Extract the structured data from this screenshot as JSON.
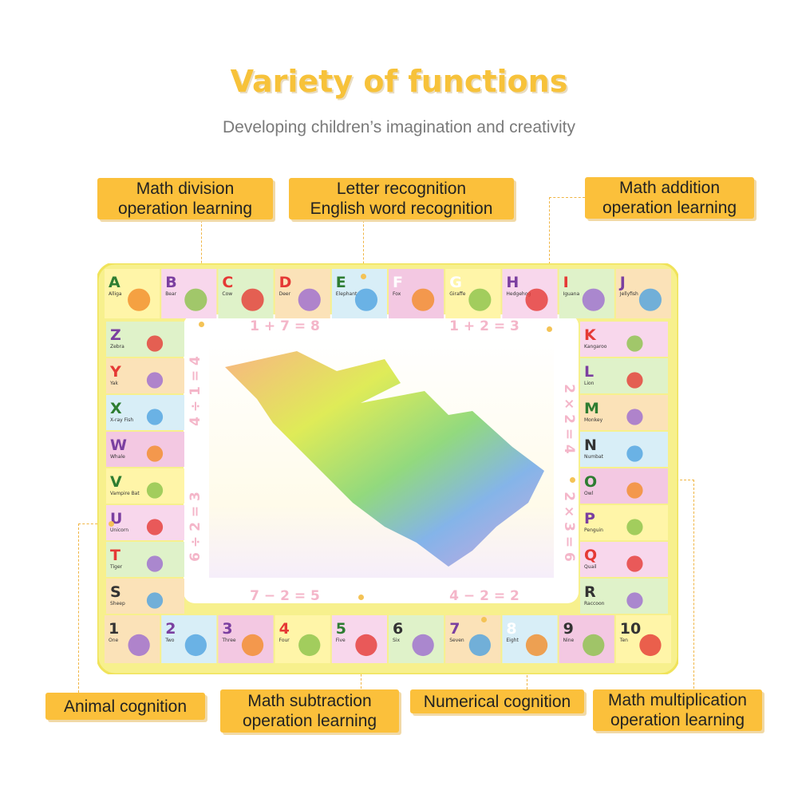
{
  "header": {
    "title": "Variety of functions",
    "subtitle": "Developing children’s imagination and creativity"
  },
  "labels": {
    "division": "Math division\noperation learning",
    "letter": "Letter recognition\nEnglish word recognition",
    "addition": "Math addition\noperation learning",
    "animal": "Animal cognition",
    "subtraction": "Math subtraction\noperation learning",
    "numerical": "Numerical cognition",
    "multiplication": "Math multiplication\noperation learning"
  },
  "mat": {
    "top_row": [
      {
        "letter": "A",
        "word": "Alliga",
        "color": "#2e7d32"
      },
      {
        "letter": "B",
        "word": "Bear",
        "color": "#7b3fa0"
      },
      {
        "letter": "C",
        "word": "Cow",
        "color": "#e53935"
      },
      {
        "letter": "D",
        "word": "Deer",
        "color": "#e53935"
      },
      {
        "letter": "E",
        "word": "Elephant",
        "color": "#2e7d32"
      },
      {
        "letter": "F",
        "word": "Fox",
        "color": "#ffffff"
      },
      {
        "letter": "G",
        "word": "Giraffe",
        "color": "#ffffff"
      },
      {
        "letter": "H",
        "word": "Hedgehog",
        "color": "#7b3fa0"
      },
      {
        "letter": "I",
        "word": "Iguana",
        "color": "#e53935"
      },
      {
        "letter": "J",
        "word": "Jellyfish",
        "color": "#7b3fa0"
      }
    ],
    "right_col": [
      {
        "letter": "K",
        "word": "Kangaroo",
        "color": "#e53935"
      },
      {
        "letter": "L",
        "word": "Lion",
        "color": "#7b3fa0"
      },
      {
        "letter": "M",
        "word": "Monkey",
        "color": "#2e7d32"
      },
      {
        "letter": "N",
        "word": "Numbat",
        "color": "#333333"
      },
      {
        "letter": "O",
        "word": "Owl",
        "color": "#2e7d32"
      },
      {
        "letter": "P",
        "word": "Penguin",
        "color": "#7b3fa0"
      },
      {
        "letter": "Q",
        "word": "Quail",
        "color": "#e53935"
      },
      {
        "letter": "R",
        "word": "Raccoon",
        "color": "#333333"
      }
    ],
    "left_col": [
      {
        "letter": "Z",
        "word": "Zebra",
        "color": "#7b3fa0"
      },
      {
        "letter": "Y",
        "word": "Yak",
        "color": "#e53935"
      },
      {
        "letter": "X",
        "word": "X-ray Fish",
        "color": "#2e7d32"
      },
      {
        "letter": "W",
        "word": "Whale",
        "color": "#7b3fa0"
      },
      {
        "letter": "V",
        "word": "Vampire Bat",
        "color": "#2e7d32"
      },
      {
        "letter": "U",
        "word": "Unicorn",
        "color": "#7b3fa0"
      },
      {
        "letter": "T",
        "word": "Tiger",
        "color": "#e53935"
      },
      {
        "letter": "S",
        "word": "Sheep",
        "color": "#333333"
      }
    ],
    "bottom_row": [
      {
        "number": "1",
        "word": "One",
        "color": "#333333"
      },
      {
        "number": "2",
        "word": "Two",
        "color": "#7b3fa0"
      },
      {
        "number": "3",
        "word": "Three",
        "color": "#7b3fa0"
      },
      {
        "number": "4",
        "word": "Four",
        "color": "#e53935"
      },
      {
        "number": "5",
        "word": "Five",
        "color": "#2e7d32"
      },
      {
        "number": "6",
        "word": "Six",
        "color": "#333333"
      },
      {
        "number": "7",
        "word": "Seven",
        "color": "#7b3fa0"
      },
      {
        "number": "8",
        "word": "Eight",
        "color": "#ffffff"
      },
      {
        "number": "9",
        "word": "Nine",
        "color": "#333333"
      },
      {
        "number": "10",
        "word": "Ten",
        "color": "#333333"
      }
    ],
    "equations": {
      "top_left": "1 + 7 = 8",
      "top_right": "1 + 2 = 3",
      "left": "4 ÷ 1 = 4",
      "left_bottom": "6 ÷ 2 = 3",
      "right_top": "2 × 2 = 4",
      "right_bottom": "2 × 3 = 6",
      "bottom_left": "7 − 2 = 5",
      "bottom_right": "4 − 2 = 2"
    }
  }
}
